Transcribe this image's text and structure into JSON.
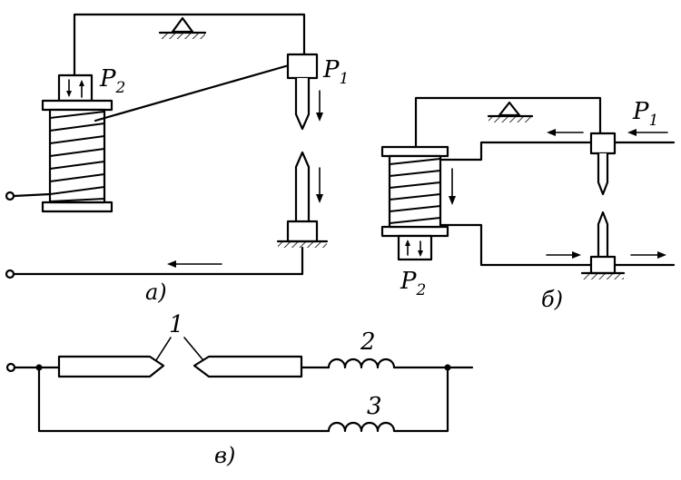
{
  "labels": {
    "p1_a": {
      "main": "P",
      "sub": "1"
    },
    "p2_a": {
      "main": "P",
      "sub": "2"
    },
    "p1_b": {
      "main": "P",
      "sub": "1"
    },
    "p2_b": {
      "main": "P",
      "sub": "2"
    },
    "caption_a": "а)",
    "caption_b": "б)",
    "caption_c": "в)",
    "num_1": "1",
    "num_2": "2",
    "num_3": "3"
  },
  "colors": {
    "ink": "#000000",
    "paper": "#ffffff"
  }
}
